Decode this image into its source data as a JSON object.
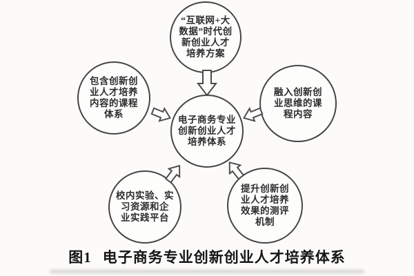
{
  "figure": {
    "caption": {
      "label": "图1",
      "title": "电子商务专业创新创业人才培养体系"
    }
  },
  "diagram": {
    "type": "hub-and-spoke concept diagram",
    "center_node": {
      "name": "ecommerce-innovation-training-system",
      "lines": [
        "电子商务专业",
        "创新创业人才",
        "培养体系"
      ]
    },
    "nodes": [
      {
        "name": "internet-bigdata-era-training-plan",
        "position": "top",
        "lines": [
          "“互联网+大",
          "数据”时代创",
          "新创业人才",
          "培养方案"
        ]
      },
      {
        "name": "curriculum-system-with-innovation-content",
        "position": "left",
        "lines": [
          "包含创新创",
          "业人才培养",
          "内容的课程",
          "体系"
        ]
      },
      {
        "name": "course-content-with-innovation-thinking",
        "position": "right",
        "lines": [
          "融入创新创",
          "业思维的课",
          "程内容"
        ]
      },
      {
        "name": "campus-lab-internship-enterprise-practice-platform",
        "position": "bottom-left",
        "lines": [
          "校内实验、实",
          "习资源和企",
          "业实践平台"
        ]
      },
      {
        "name": "evaluation-mechanism-for-training-effect",
        "position": "bottom-right",
        "lines": [
          "提升创新创",
          "业人才培养",
          "效果的测评",
          "机制"
        ]
      }
    ],
    "arrows": [
      {
        "name": "arrow-top",
        "from": "top",
        "to": "center",
        "direction": "down"
      },
      {
        "name": "arrow-left",
        "from": "left",
        "to": "center",
        "direction": "right-down"
      },
      {
        "name": "arrow-right",
        "from": "right",
        "to": "center",
        "direction": "left-down"
      },
      {
        "name": "arrow-bottom-left",
        "from": "bottom-left",
        "to": "center",
        "direction": "up-right"
      },
      {
        "name": "arrow-bottom-right",
        "from": "bottom-right",
        "to": "center",
        "direction": "up-left"
      }
    ]
  },
  "colors": {
    "background": "#fcfbf9",
    "circle_stroke": "#454545",
    "node_text": "#2d2d2d",
    "caption_text": "#151515"
  }
}
